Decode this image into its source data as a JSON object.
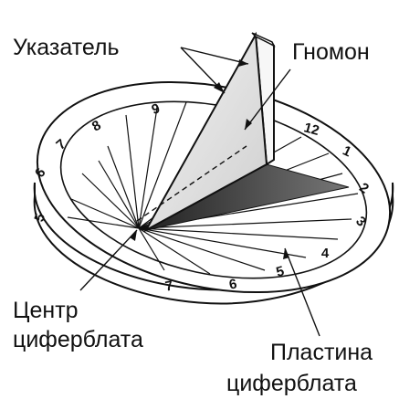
{
  "labels": {
    "pointer": "Указатель",
    "gnomon": "Гномон",
    "center_line1": "Центр",
    "center_line2": "циферблата",
    "plate_line1": "Пластина",
    "plate_line2": "циферблата"
  },
  "dial_numbers": [
    "9",
    "8",
    "7",
    "6",
    "5",
    "12",
    "1",
    "2",
    "3",
    "4",
    "5",
    "6",
    "7"
  ],
  "colors": {
    "ink": "#111111",
    "gnomon_face": "#e6e6e6",
    "gnomon_side": "#f4f4f4",
    "shadow": "#555555"
  }
}
